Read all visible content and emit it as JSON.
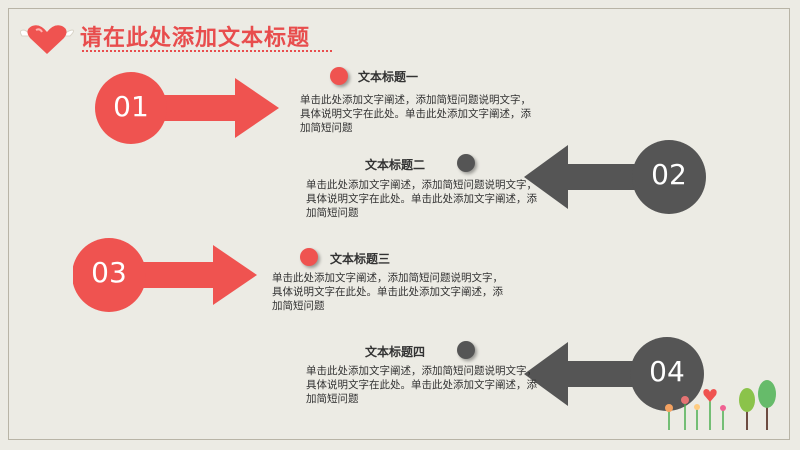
{
  "header": {
    "title": "请在此处添加文本标题"
  },
  "colors": {
    "accent": "#ef5350",
    "dark": "#555555",
    "background": "#ecebe4"
  },
  "items": [
    {
      "number": "01",
      "title": "文本标题一",
      "text": "单击此处添加文字阐述，添加简短问题说明文字，具体说明文字在此处。单击此处添加文字阐述，添加简短问题"
    },
    {
      "number": "02",
      "title": "文本标题二",
      "text": "单击此处添加文字阐述，添加简短问题说明文字，具体说明文字在此处。单击此处添加文字阐述，添加简短问题"
    },
    {
      "number": "03",
      "title": "文本标题三",
      "text": "单击此处添加文字阐述，添加简短问题说明文字，具体说明文字在此处。单击此处添加文字阐述，添加简短问题"
    },
    {
      "number": "04",
      "title": "文本标题四",
      "text": "单击此处添加文字阐述，添加简短问题说明文字，具体说明文字在此处。单击此处添加文字阐述，添加简短问题"
    }
  ]
}
